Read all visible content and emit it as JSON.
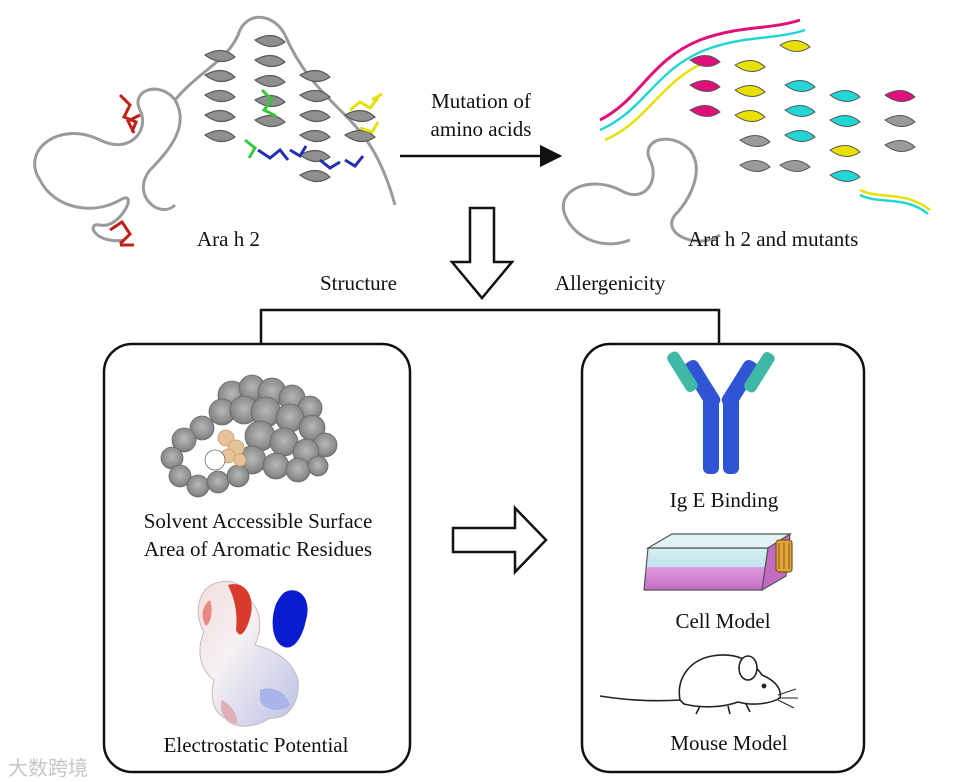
{
  "top": {
    "left_label": "Ara h 2",
    "right_label": "Ara h 2 and mutants",
    "arrow_label_line1": "Mutation of",
    "arrow_label_line2": "amino acids"
  },
  "branch": {
    "left_label": "Structure",
    "right_label": "Allergenicity"
  },
  "structure_box": {
    "sasa_line1": "Solvent Accessible Surface",
    "sasa_line2": "Area of Aromatic Residues",
    "electrostatic_label": "Electrostatic Potential"
  },
  "allergenicity_box": {
    "ige_label": "Ig E Binding",
    "cell_label": "Cell Model",
    "mouse_label": "Mouse Model"
  },
  "watermark": "大数跨境",
  "colors": {
    "backbone_gray": "#9a9a9a",
    "red_residue": "#c0201a",
    "yellow_residue": "#e8e000",
    "blue_residue": "#1f2fb0",
    "green_residue": "#36c83a",
    "magenta": "#e0107a",
    "cyan": "#22d6d6",
    "antibody_blue": "#2f55d4",
    "antibody_teal": "#3fb9a6",
    "flask_pink": "#d57bd0"
  }
}
